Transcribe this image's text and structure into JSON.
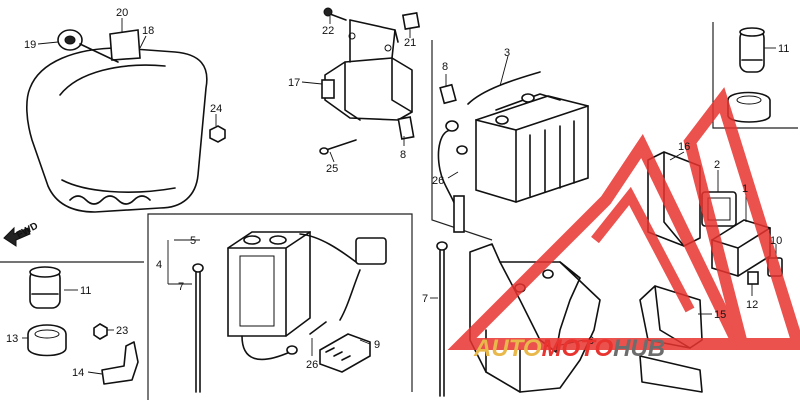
{
  "diagram": {
    "direction_label": "FWD",
    "callouts": [
      {
        "id": "c20",
        "label": "20"
      },
      {
        "id": "c18",
        "label": "18"
      },
      {
        "id": "c19",
        "label": "19"
      },
      {
        "id": "c24",
        "label": "24"
      },
      {
        "id": "c22",
        "label": "22"
      },
      {
        "id": "c21",
        "label": "21"
      },
      {
        "id": "c17",
        "label": "17"
      },
      {
        "id": "c25",
        "label": "25"
      },
      {
        "id": "c8a",
        "label": "8"
      },
      {
        "id": "c8b",
        "label": "8"
      },
      {
        "id": "c3",
        "label": "3"
      },
      {
        "id": "c26a",
        "label": "26"
      },
      {
        "id": "c11a",
        "label": "11"
      },
      {
        "id": "c16",
        "label": "16"
      },
      {
        "id": "c2",
        "label": "2"
      },
      {
        "id": "c1",
        "label": "1"
      },
      {
        "id": "c10",
        "label": "10"
      },
      {
        "id": "c12",
        "label": "12"
      },
      {
        "id": "c15",
        "label": "15"
      },
      {
        "id": "c5",
        "label": "5"
      },
      {
        "id": "c4",
        "label": "4"
      },
      {
        "id": "c7a",
        "label": "7"
      },
      {
        "id": "c7b",
        "label": "7"
      },
      {
        "id": "c6",
        "label": "6"
      },
      {
        "id": "c9",
        "label": "9"
      },
      {
        "id": "c26b",
        "label": "26"
      },
      {
        "id": "c11b",
        "label": "11"
      },
      {
        "id": "c13",
        "label": "13"
      },
      {
        "id": "c23",
        "label": "23"
      },
      {
        "id": "c14",
        "label": "14"
      }
    ]
  },
  "watermark": {
    "text_part1": "AUTO",
    "text_part2": "MOTO",
    "text_part3": "HUB",
    "red": "#e8332f",
    "gray": "#6d6d6d",
    "gold": "#e9b84a"
  }
}
